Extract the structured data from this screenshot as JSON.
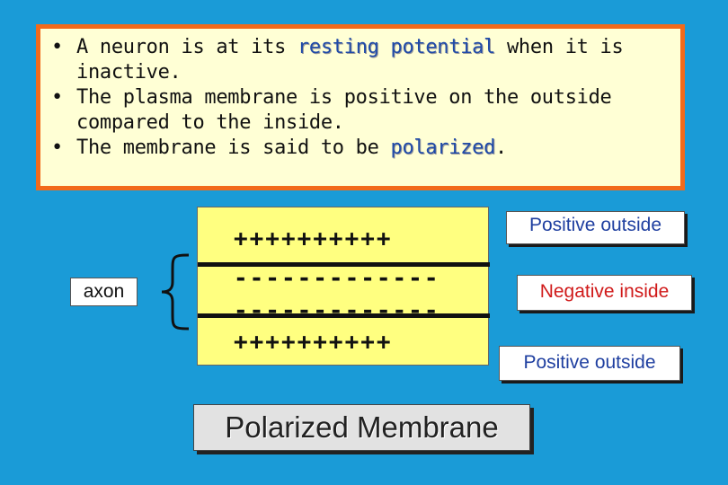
{
  "bullets": {
    "symbol": "•",
    "items": [
      {
        "before": "A neuron is at its ",
        "highlight": "resting potential",
        "after": " when it is inactive."
      },
      {
        "text": "The plasma membrane is positive on the outside compared to the inside."
      },
      {
        "before": "The membrane is said to be ",
        "highlight": "polarized",
        "after": "."
      }
    ]
  },
  "diagram": {
    "axon_label": "axon",
    "plus_signs": "++++++++++",
    "minus_signs": "-------------",
    "labels": {
      "top_outside": "Positive outside",
      "inside": "Negative inside",
      "bottom_outside": "Positive outside"
    },
    "title": "Polarized Membrane"
  },
  "colors": {
    "background": "#1a9bd7",
    "box_fill": "#ffffd5",
    "box_border": "#f26a1b",
    "highlight_text": "#1f4aa8",
    "membrane_fill": "#ffff80",
    "positive_label": "#1f3fa0",
    "negative_label": "#d01a1a"
  }
}
